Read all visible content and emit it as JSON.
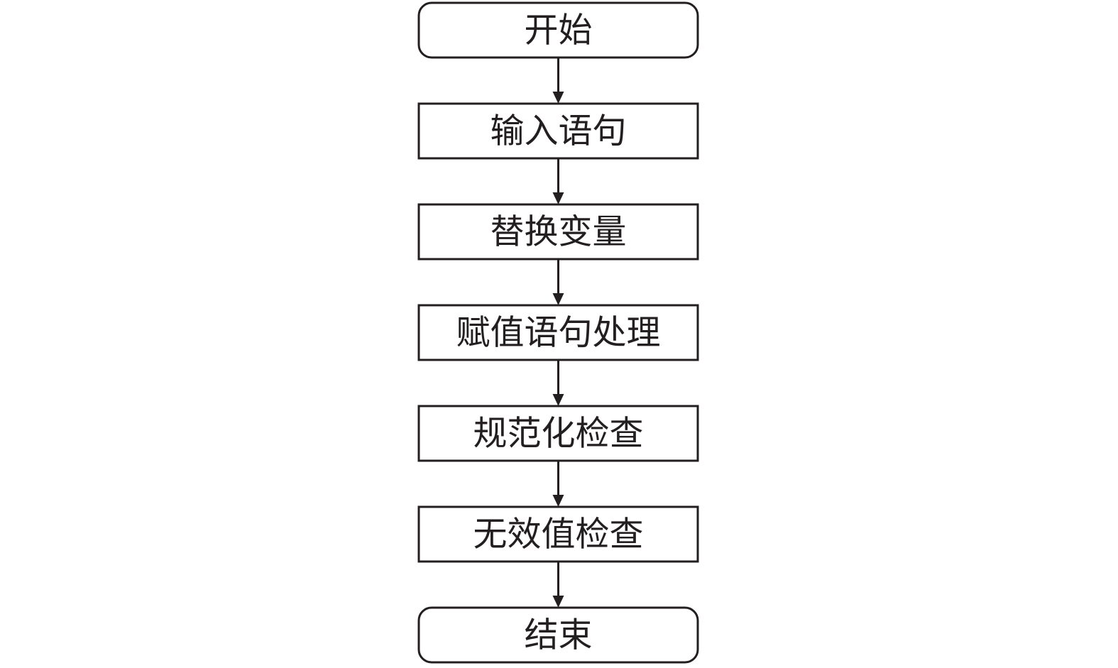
{
  "diagram": {
    "type": "flowchart",
    "direction": "top-to-bottom",
    "colors": {
      "stroke": "#231f20",
      "fill": "#ffffff",
      "text": "#231f20"
    },
    "nodes": [
      {
        "id": "start",
        "label": "开始",
        "shape": "rounded"
      },
      {
        "id": "input",
        "label": "输入语句",
        "shape": "rect"
      },
      {
        "id": "replace",
        "label": "替换变量",
        "shape": "rect"
      },
      {
        "id": "assign",
        "label": "赋值语句处理",
        "shape": "rect"
      },
      {
        "id": "normalize",
        "label": "规范化检查",
        "shape": "rect"
      },
      {
        "id": "invalid",
        "label": "无效值检查",
        "shape": "rect"
      },
      {
        "id": "end",
        "label": "结束",
        "shape": "rounded"
      }
    ],
    "edges": [
      {
        "from": "start",
        "to": "input"
      },
      {
        "from": "input",
        "to": "replace"
      },
      {
        "from": "replace",
        "to": "assign"
      },
      {
        "from": "assign",
        "to": "normalize"
      },
      {
        "from": "normalize",
        "to": "invalid"
      },
      {
        "from": "invalid",
        "to": "end"
      }
    ]
  }
}
